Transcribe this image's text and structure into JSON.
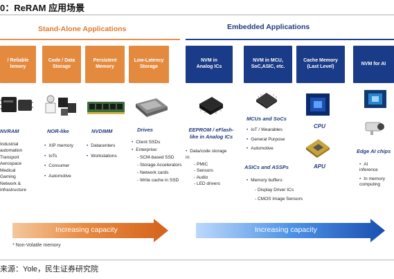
{
  "title": "0：ReRAM 应用场景",
  "groups": {
    "standalone": "Stand-Alone Applications",
    "embedded": "Embedded Applications"
  },
  "columns": [
    {
      "header": "/ Reliable\nlemory",
      "title": "NVRAM",
      "items": [
        "Industrial",
        "automation",
        "Transport",
        "Aerospace",
        "Medical",
        "Gaming",
        "Network &",
        "infrastructure"
      ]
    },
    {
      "header": "Code / Data\nStorage",
      "title": "NOR-like",
      "items": [
        "XIP memory",
        "IoTs",
        "Consumer",
        "Automotive"
      ]
    },
    {
      "header": "Persistent\nMemory",
      "title": "NVDIMM",
      "items": [
        "Datacenters",
        "Workstations"
      ]
    },
    {
      "header": "Low-Latency\nStorage",
      "title": "Drives",
      "items": [
        "Client SSDs",
        "Enterprise:"
      ],
      "subitems": [
        "SCM-based SSD",
        "Storage Accelerators",
        "Network cards",
        "Write cache in SSD"
      ]
    },
    {
      "header": "NVM in\nAnalog ICs",
      "title": "EEPROM / eFlash-\nlike in Analog ICs",
      "items": [
        "Data/code storage\nin:"
      ],
      "subitems": [
        "PMIC",
        "Sensors",
        "Audio",
        "LED drivers"
      ]
    },
    {
      "header": "NVM in MCU,\nSoC,ASIC, etc.",
      "title": "MCUs and SoCs",
      "items": [
        "IoT / Wearables",
        "General Purpose",
        "Automotive"
      ],
      "title2": "ASICs and ASSPs",
      "items2": [
        "Memory buffers:"
      ],
      "subitems2": [
        "Display Driver ICs",
        "CMOS Image Sensors"
      ]
    },
    {
      "header": "Cache Memory\n(Last Level)",
      "title": "CPU",
      "title2": "APU"
    },
    {
      "header": "NVM for AI",
      "title": "Edge AI chips",
      "items": [
        "AI\ninference",
        "In memory\ncomputing"
      ]
    }
  ],
  "arrows": {
    "left": "Increasing capacity",
    "right": "Increasing capacity"
  },
  "footnote": "* Non-Volatile memory",
  "source": "来源：Yole，民生证券研究院",
  "colors": {
    "orange": "#e48a3f",
    "navy": "#1a3b87",
    "blue": "#4a8fe0"
  }
}
